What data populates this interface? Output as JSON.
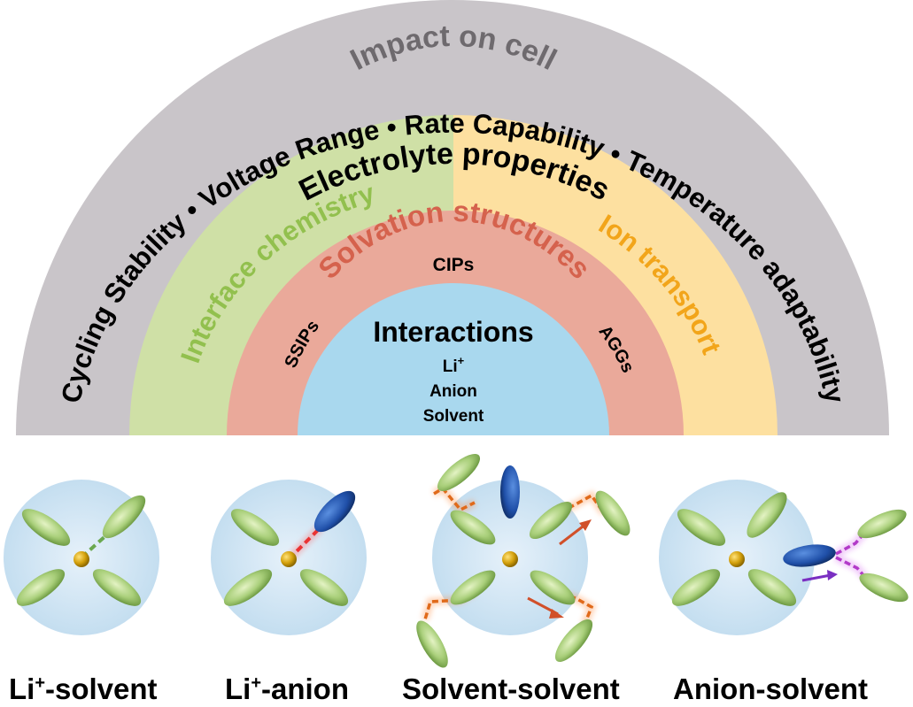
{
  "rings": {
    "impact": {
      "title": "Impact on cell",
      "subtitle": "Cycling Stability • Voltage Range • Rate Capability • Temperature adaptability",
      "color": "#c9c5c9",
      "title_color": "#6e6a6e"
    },
    "electrolyte": {
      "title": "Electrolyte properties",
      "left_label": "Interface chemistry",
      "right_label": "Ion transport",
      "left_color": "#cfe0a6",
      "right_color": "#fde0a0",
      "left_text_color": "#92c04e",
      "right_text_color": "#f2a51a"
    },
    "solvation": {
      "title": "Solvation structures",
      "color": "#eaa99a",
      "title_color": "#d5624d",
      "top_label": "CIPs",
      "left_label": "SSIPs",
      "right_label": "AGGs"
    },
    "interactions": {
      "title": "Interactions",
      "color": "#a9d8ee",
      "items": [
        "Li+",
        "Anion",
        "Solvent"
      ]
    }
  },
  "panels": [
    {
      "caption_prefix": "Li",
      "caption_sup": "+",
      "caption_suffix": "-solvent",
      "link_color": "#6aa84f"
    },
    {
      "caption_prefix": "Li",
      "caption_sup": "+",
      "caption_suffix": "-anion",
      "link_color": "#e02020"
    },
    {
      "caption_prefix": "",
      "caption_sup": "",
      "caption_suffix": "Solvent-solvent",
      "link_color": "#e06a1a"
    },
    {
      "caption_prefix": "",
      "caption_sup": "",
      "caption_suffix": "Anion-solvent",
      "link_color": "#b23ac8"
    }
  ]
}
